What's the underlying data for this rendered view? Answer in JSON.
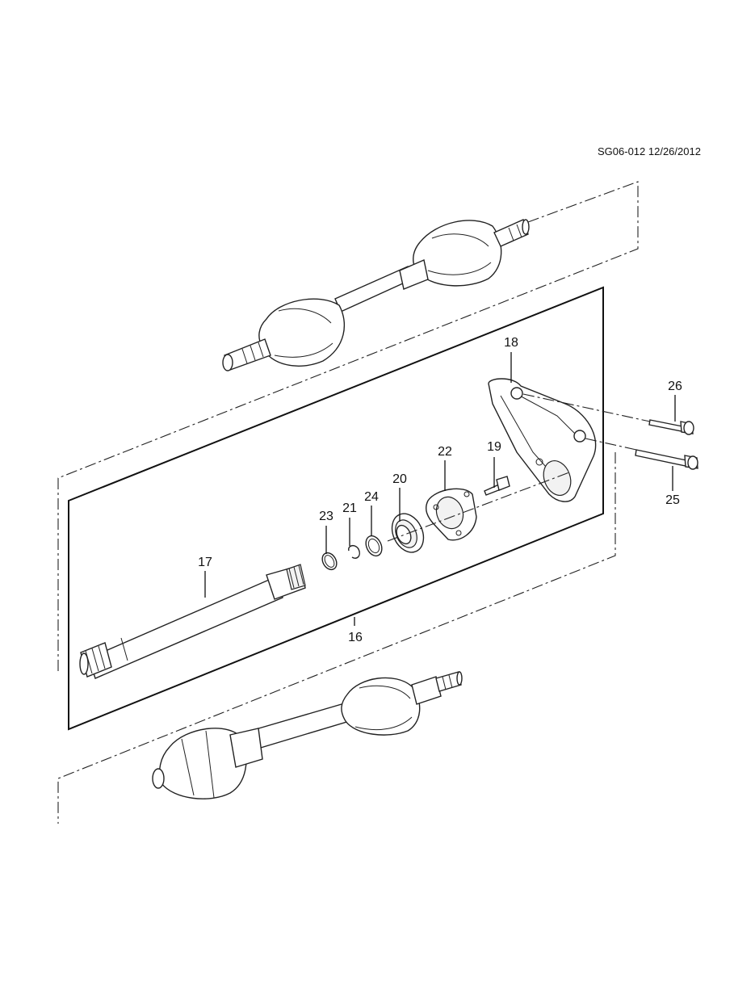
{
  "reference": "SG06-012 12/26/2012",
  "callouts": {
    "c16": "16",
    "c17": "17",
    "c18": "18",
    "c19": "19",
    "c20": "20",
    "c21": "21",
    "c22": "22",
    "c23": "23",
    "c24": "24",
    "c25": "25",
    "c26": "26"
  }
}
